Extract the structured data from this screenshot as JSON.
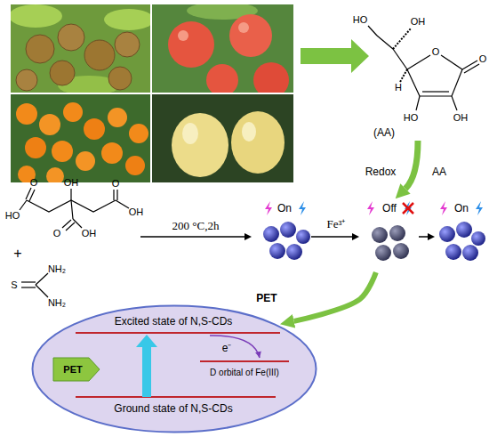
{
  "diagram": {
    "nodes": [
      {
        "text": [
          "On"
        ]
      },
      {
        "text": [
          "Off"
        ]
      },
      {
        "text": [
          "On"
        ]
      },
      {
        "text": [
          "Excited state of N,S-CDs",
          "e⁻",
          "D orbital of Fe(III)",
          "Ground state of N,S-CDs"
        ]
      },
      {
        "text": [
          "PET"
        ],
        "in": 3
      }
    ],
    "edges": [
      {
        "from": 0,
        "to": 1,
        "arrow": "to",
        "label": "Fe³⁺"
      },
      {
        "from": 1,
        "to": 2,
        "arrow": "to"
      },
      {
        "from": 1,
        "to": 3,
        "arrow": "to",
        "label": "PET"
      }
    ],
    "labels": [
      "HO",
      "OH",
      "H",
      "O",
      "O",
      "HO",
      "OH",
      "(AA)",
      "Redox",
      "AA",
      "O",
      "OH",
      "O",
      "HO",
      "OH",
      "O",
      "OH",
      "+",
      "S",
      "NH₂",
      "NH₂",
      "200 °C,2h"
    ]
  }
}
